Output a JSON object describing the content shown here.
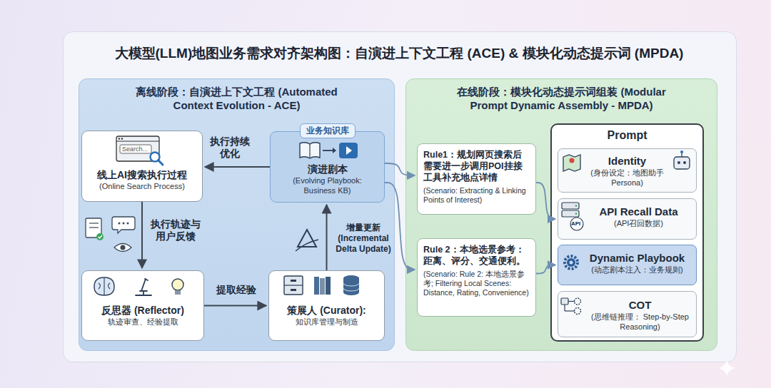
{
  "diagram": {
    "title": "大模型(LLM)地图业务需求对齐架构图：自演进上下文工程 (ACE) & 模块化动态提示词 (MPDA)",
    "nodes": [
      {
        "text": [
          "离线阶段：自演进上下文工程 (Automated Context Evolution - ACE)"
        ]
      },
      {
        "text": [
          "线上AI搜索执行过程",
          "(Online Search Process)"
        ],
        "in": 0
      },
      {
        "text": [
          "业务知识库",
          "演进剧本",
          "(Evolving Playbook: Business KB)"
        ],
        "in": 0
      },
      {
        "text": [
          "反思器 (Reflector)",
          "轨迹审查、经验提取"
        ],
        "in": 0
      },
      {
        "text": [
          "策展人 (Curator):",
          "知识库管理与制造"
        ],
        "in": 0
      },
      {
        "text": [
          "在线阶段：模块化动态提示词组装 (Modular Prompt Dynamic Assembly - MPDA)"
        ]
      },
      {
        "text": [
          "Rule1：规划网页搜索后需要进一步调用POI挂接工具补充地点详情",
          "(Scenario: Extracting & Linking Points of Interest)"
        ],
        "in": 5
      },
      {
        "text": [
          "Rule 2：本地选景参考：距离、评分、交通便利。",
          "(Scenario: Rule 2: 本地选景参考; Filtering Local Scenes: Distance, Rating, Convenience)"
        ],
        "in": 5
      },
      {
        "text": [
          "Prompt"
        ],
        "in": 5
      },
      {
        "text": [
          "Identity",
          "(身份设定：地图助手Persona)"
        ],
        "in": 8
      },
      {
        "text": [
          "API Recall Data",
          "(API召回数据)"
        ],
        "in": 8
      },
      {
        "text": [
          "Dynamic Playbook",
          "(动态剧本注入：业务规则)"
        ],
        "in": 8
      },
      {
        "text": [
          "COT",
          "(思维链推理： Step-by-Step Reasoning)"
        ],
        "in": 8
      }
    ],
    "edges": [
      {
        "from": 2,
        "to": 1,
        "label": "执行持续优化",
        "arrow": "to"
      },
      {
        "from": 1,
        "to": 3,
        "label": "执行轨迹与用户反馈",
        "arrow": "to"
      },
      {
        "from": 3,
        "to": 4,
        "label": "提取经验",
        "arrow": "to"
      },
      {
        "from": 4,
        "to": 2,
        "label": "增量更新 (Incremental Delta Update)",
        "arrow": "to"
      },
      {
        "from": 2,
        "to": 6,
        "arrow": "to"
      },
      {
        "from": 2,
        "to": 7,
        "arrow": "to"
      },
      {
        "from": 6,
        "to": 10,
        "arrow": "to"
      },
      {
        "from": 7,
        "to": 11,
        "arrow": "to"
      }
    ],
    "labels": [
      "Search...",
      "API"
    ]
  }
}
